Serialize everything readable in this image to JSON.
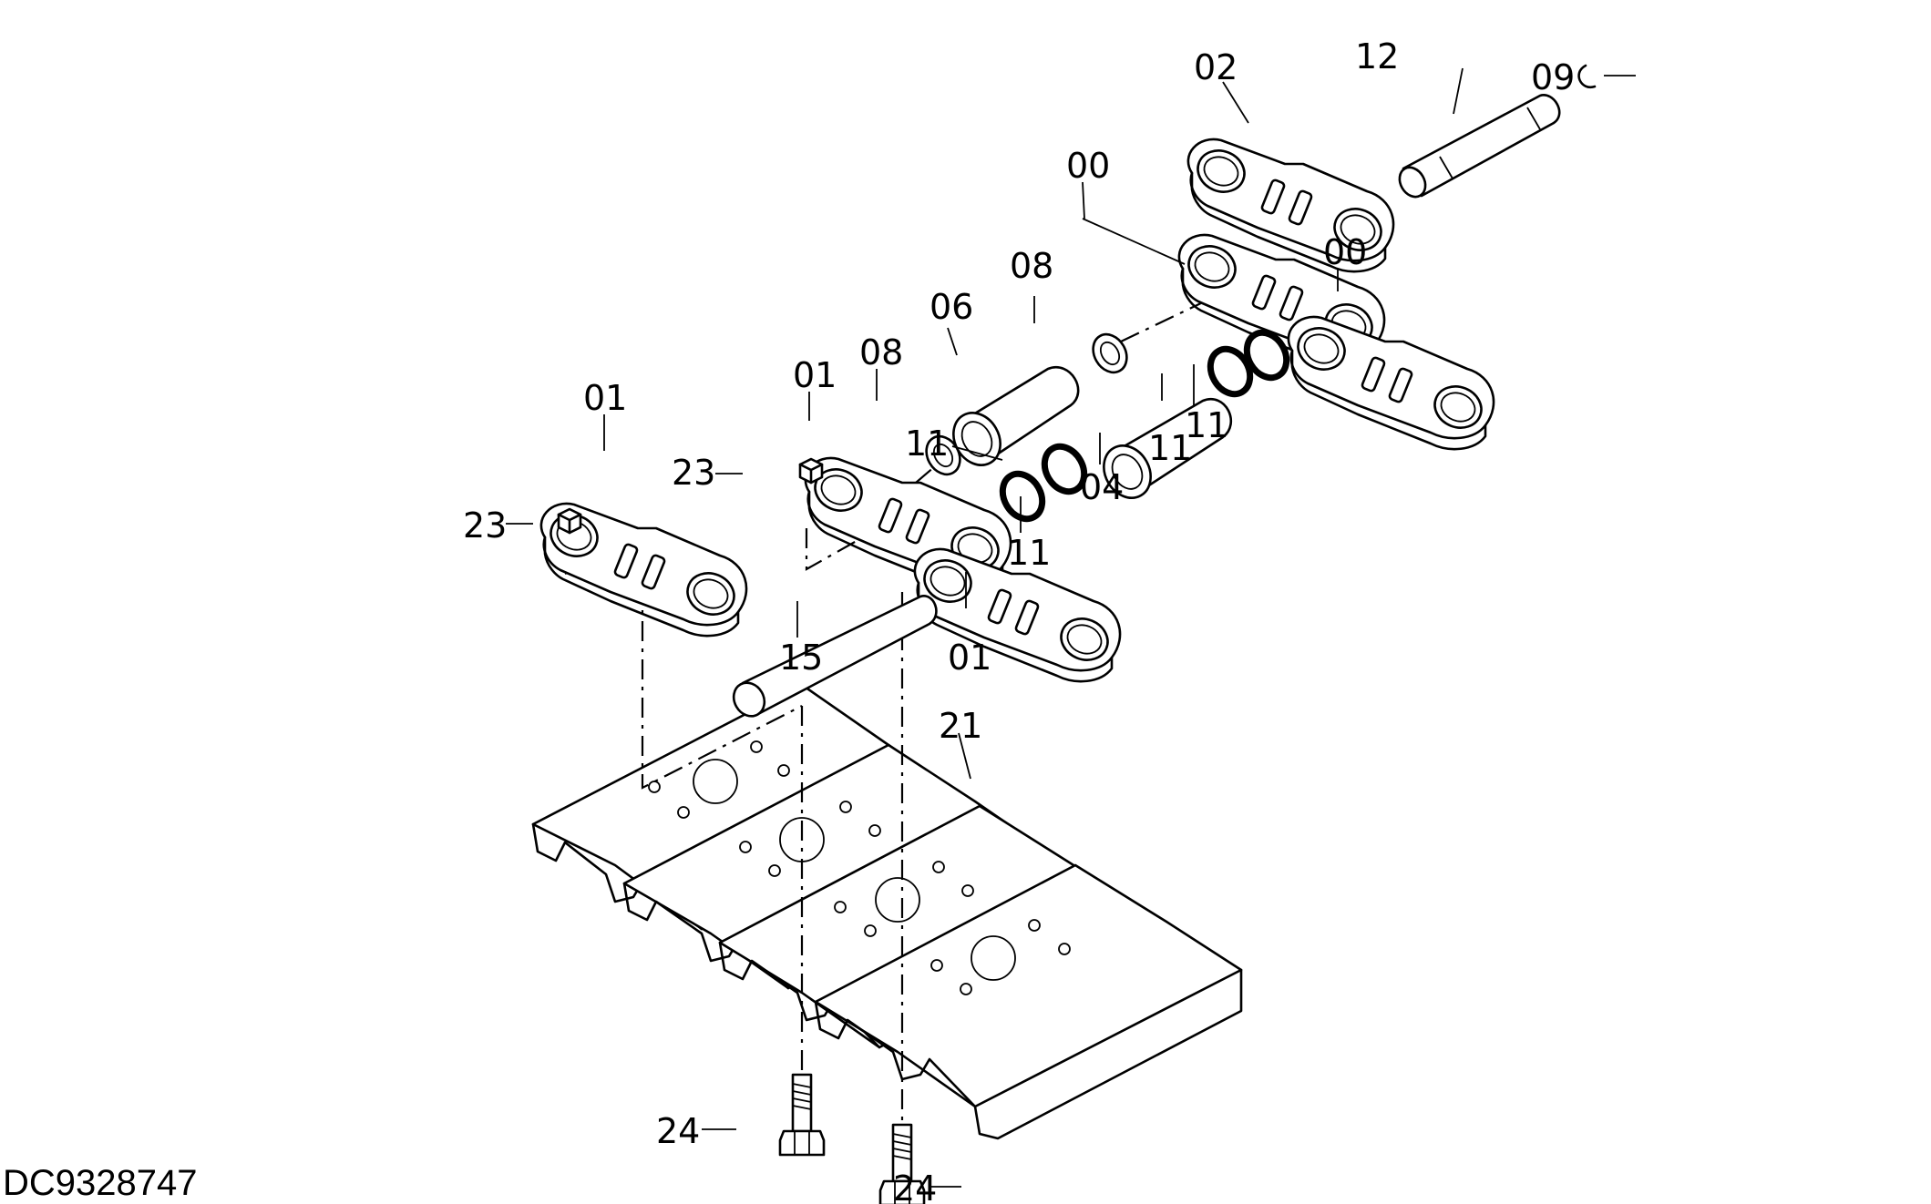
{
  "diagram_code": "DC9328747",
  "labels": {
    "l00a": "00",
    "l00b": "00",
    "l01a": "01",
    "l01b": "01",
    "l01c": "01",
    "l02": "02",
    "l04": "04",
    "l06": "06",
    "l08a": "08",
    "l08b": "08",
    "l09": "09",
    "l11a": "11",
    "l11b": "11",
    "l11c": "11",
    "l11d": "11",
    "l12": "12",
    "l15": "15",
    "l21": "21",
    "l23a": "23",
    "l23b": "23",
    "l24a": "24",
    "l24b": "24"
  }
}
